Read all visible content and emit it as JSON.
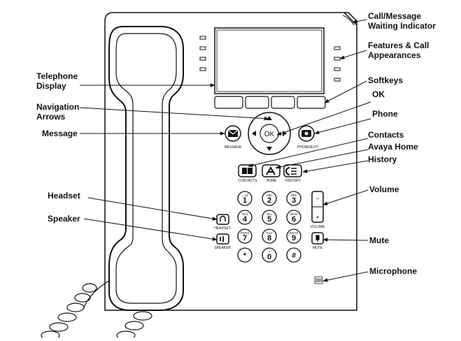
{
  "labels": {
    "indicator": "Call/Message\nWaiting Indicator",
    "features": "Features & Call\nAppearances",
    "softkeys": "Softkeys",
    "ok_label": "OK",
    "phone": "Phone",
    "contacts": "Contacts",
    "avaya_home": "Avaya Home",
    "history": "History",
    "volume": "Volume",
    "mute": "Mute",
    "microphone": "Microphone",
    "telephone_display": "Telephone\nDisplay",
    "navigation_arrows": "Navigation\nArrows",
    "message": "Message",
    "headset": "Headset",
    "speaker": "Speaker"
  },
  "device": {
    "ok_key": "OK",
    "message_caption": "MESSAGE",
    "phone_caption": "PHONE/EXIT",
    "contacts_caption": "CONTACTS",
    "home_caption": "HOME",
    "history_caption": "HISTORY",
    "headset_caption": "HEADSET",
    "speaker_caption": "SPEAKER",
    "volume_caption": "VOLUME",
    "mute_caption": "MUTE",
    "volume_minus": "−",
    "volume_plus": "+",
    "keys": [
      {
        "num": "1",
        "sub": "_.,@"
      },
      {
        "num": "2",
        "sub": "ABC"
      },
      {
        "num": "3",
        "sub": "DEF"
      },
      {
        "num": "4",
        "sub": "GHI"
      },
      {
        "num": "5",
        "sub": "JKL"
      },
      {
        "num": "6",
        "sub": "MNO"
      },
      {
        "num": "7",
        "sub": "PQRS"
      },
      {
        "num": "8",
        "sub": "TUV"
      },
      {
        "num": "9",
        "sub": "WXYZ"
      },
      {
        "num": "*",
        "sub": ""
      },
      {
        "num": "0",
        "sub": "+"
      },
      {
        "num": "#",
        "sub": ""
      }
    ]
  },
  "icons": {
    "message": "envelope-icon",
    "phone": "telephone-icon",
    "contacts": "book-icon",
    "home": "avaya-home-icon",
    "history": "history-icon",
    "headset": "headset-icon",
    "speaker": "speaker-icon",
    "mute": "microphone-mute-icon"
  }
}
